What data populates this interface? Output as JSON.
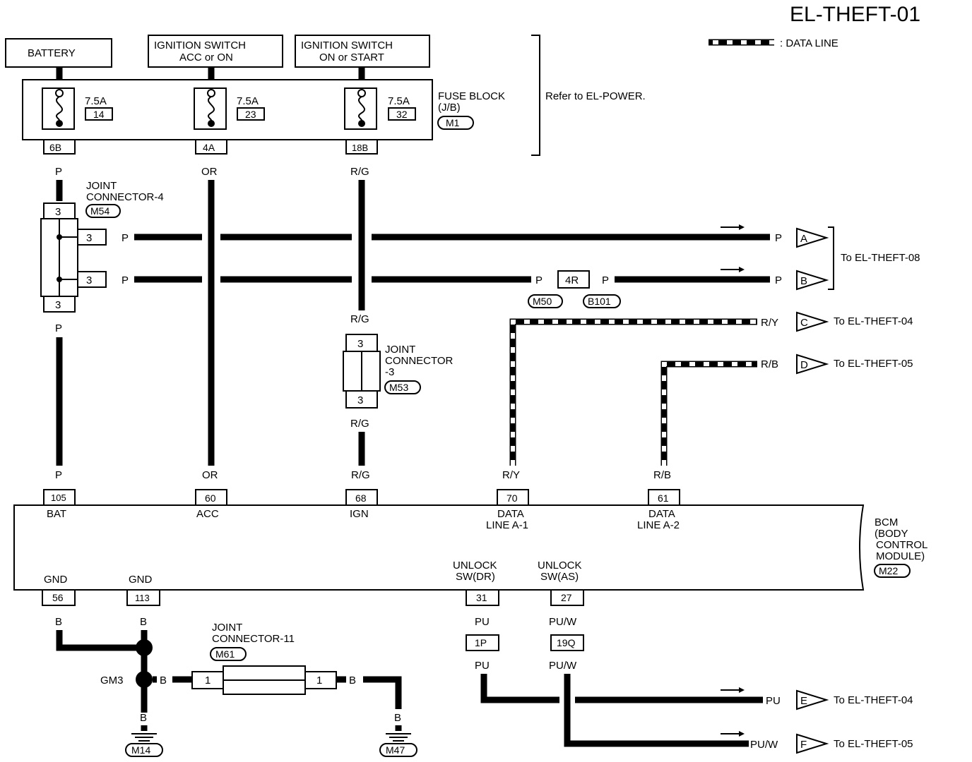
{
  "title": "EL-THEFT-01",
  "legend": {
    "text": ": DATA LINE"
  },
  "sources": {
    "battery": "BATTERY",
    "ign_acc_1": "IGNITION SWITCH",
    "ign_acc_2": "ACC or ON",
    "ign_on_1": "IGNITION SWITCH",
    "ign_on_2": "ON or START"
  },
  "fuse_block": {
    "label1": "FUSE BLOCK",
    "label2": "(J/B)",
    "connector": "M1",
    "refer": "Refer to EL-POWER.",
    "fuses": [
      {
        "amp": "7.5A",
        "num": "14",
        "pin": "6B",
        "wire": "P"
      },
      {
        "amp": "7.5A",
        "num": "23",
        "pin": "4A",
        "wire": "OR"
      },
      {
        "amp": "7.5A",
        "num": "32",
        "pin": "18B",
        "wire": "R/G"
      }
    ]
  },
  "joint4": {
    "label1": "JOINT",
    "label2": "CONNECTOR-4",
    "connector": "M54",
    "pin": "3",
    "wire_in": "P",
    "wire_out": "P"
  },
  "branch_a": {
    "pin": "3",
    "wire": "P",
    "wire_end": "P",
    "letter": "A"
  },
  "branch_b": {
    "pin": "3",
    "wire": "P",
    "wire_mid": "P",
    "conn": "4R",
    "wire_after": "P",
    "wire_end": "P",
    "letter": "B",
    "c1": "M50",
    "c2": "B101"
  },
  "to_theft08": "To EL-THEFT-08",
  "joint3": {
    "label1": "JOINT",
    "label2": "CONNECTOR",
    "label3": "-3",
    "connector": "M53",
    "pin_top": "3",
    "pin_bot": "3",
    "wire_in": "R/G",
    "wire_out": "R/G"
  },
  "data_c": {
    "wire": "R/Y",
    "letter": "C",
    "dest": "To EL-THEFT-04"
  },
  "data_d": {
    "wire": "R/B",
    "letter": "D",
    "dest": "To EL-THEFT-05"
  },
  "bcm": {
    "label1": "BCM",
    "label2": "(BODY",
    "label3": "CONTROL",
    "label4": "MODULE)",
    "connector": "M22",
    "top_pins": [
      {
        "wire": "P",
        "pin": "105",
        "label1": "BAT",
        "label2": ""
      },
      {
        "wire": "OR",
        "pin": "60",
        "label1": "ACC",
        "label2": ""
      },
      {
        "wire": "R/G",
        "pin": "68",
        "label1": "IGN",
        "label2": ""
      },
      {
        "wire": "R/Y",
        "pin": "70",
        "label1": "DATA",
        "label2": "LINE A-1"
      },
      {
        "wire": "R/B",
        "pin": "61",
        "label1": "DATA",
        "label2": "LINE A-2"
      }
    ],
    "bottom_pins": [
      {
        "label1": "",
        "label2": "GND",
        "pin": "56",
        "wire": "B"
      },
      {
        "label1": "",
        "label2": "GND",
        "pin": "113",
        "wire": "B"
      },
      {
        "label1": "UNLOCK",
        "label2": "SW(DR)",
        "pin": "31",
        "wire": "PU"
      },
      {
        "label1": "UNLOCK",
        "label2": "SW(AS)",
        "pin": "27",
        "wire": "PU/W"
      }
    ]
  },
  "ground": {
    "gm3": "GM3",
    "wire_b": "B",
    "m14": "M14",
    "m47": "M47"
  },
  "joint11": {
    "label1": "JOINT",
    "label2": "CONNECTOR-11",
    "connector": "M61",
    "pin_l": "1",
    "pin_r": "1"
  },
  "unlock_dr": {
    "conn": "1P",
    "wire_a": "PU",
    "wire_b": "PU",
    "wire_end": "PU",
    "letter": "E",
    "dest": "To EL-THEFT-04"
  },
  "unlock_as": {
    "conn": "19Q",
    "wire_a": "PU/W",
    "wire_b": "PU/W",
    "wire_end": "PU/W",
    "letter": "F",
    "dest": "To EL-THEFT-05"
  }
}
